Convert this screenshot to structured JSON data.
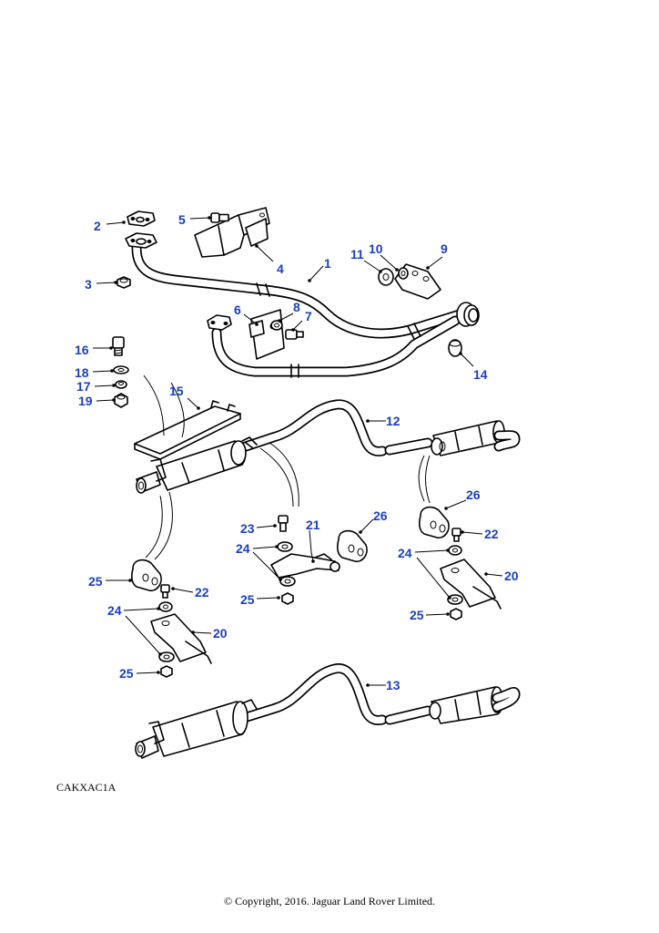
{
  "diagram": {
    "reference_code": "CAKXAC1A",
    "copyright": "© Copyright, 2016. Jaguar Land Rover Limited.",
    "callouts": {
      "c1": "1",
      "c2": "2",
      "c3": "3",
      "c4": "4",
      "c5": "5",
      "c6": "6",
      "c7": "7",
      "c8": "8",
      "c9": "9",
      "c10": "10",
      "c11": "11",
      "c12": "12",
      "c13": "13",
      "c14": "14",
      "c15": "15",
      "c16": "16",
      "c17": "17",
      "c18": "18",
      "c19": "19",
      "c20a": "20",
      "c20b": "20",
      "c21": "21",
      "c22a": "22",
      "c22b": "22",
      "c23": "23",
      "c24a": "24",
      "c24b": "24",
      "c24c": "24",
      "c25a": "25",
      "c25b": "25",
      "c25c": "25",
      "c25d": "25",
      "c26a": "26",
      "c26b": "26"
    },
    "colors": {
      "callout": "#1a3fc4",
      "line": "#000000"
    }
  }
}
